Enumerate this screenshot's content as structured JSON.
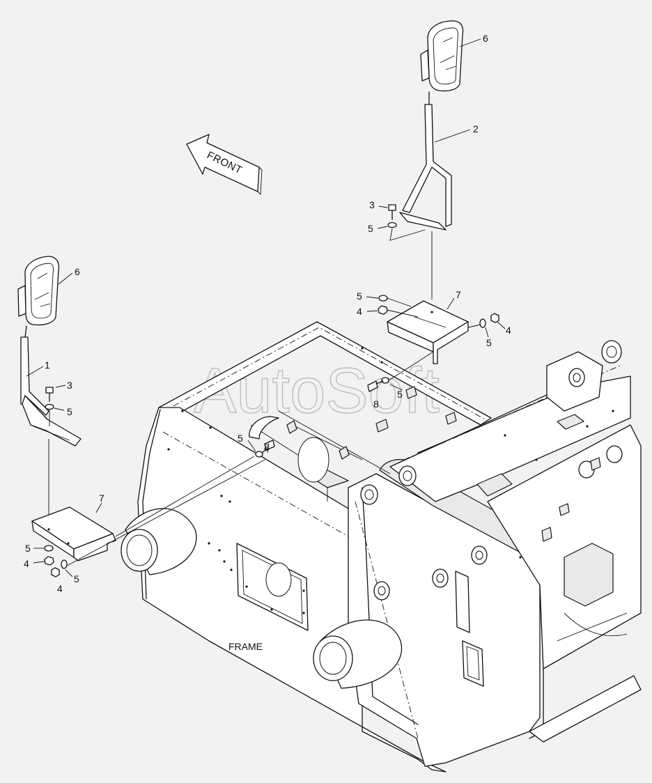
{
  "diagram": {
    "frame_label": "FRAME",
    "front_arrow_label": "FRONT",
    "watermark": "AutoSoft",
    "callouts": {
      "mirror_right": "6",
      "stay_right": "2",
      "bolt_right": "3",
      "washer_right_top": "5",
      "bracket_right": "7",
      "washer_right_left": "5",
      "nut_right_left": "4",
      "washer_right_side": "5",
      "nut_right_side": "4",
      "washer_right_frame": "5",
      "bolt_right_frame": "8",
      "mirror_left": "6",
      "stay_left": "1",
      "bolt_left": "3",
      "washer_left_top": "5",
      "washer_left_frame": "5",
      "bolt_left_frame": "8",
      "bracket_left": "7",
      "washer_left_bottom": "5",
      "nut_left_bottom": "4",
      "washer_left_side": "5",
      "nut_left_side": "4"
    }
  }
}
